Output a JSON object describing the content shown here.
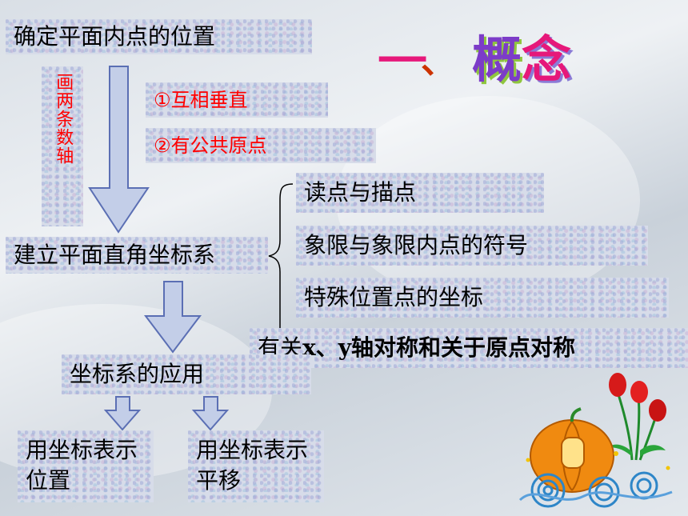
{
  "title": {
    "number": "一",
    "separator": "、",
    "char1": "概",
    "char2": "念"
  },
  "nodes": {
    "position": "确定平面内点的位置",
    "draw_axes": "画两条数轴",
    "cond1": "①互相垂直",
    "cond2": "②有公共原点",
    "build_system": "建立平面直角坐标系",
    "read_plot": "读点与描点",
    "quadrant": "象限与象限内点的符号",
    "special": "特殊位置点的坐标",
    "symmetry_part1": "有关",
    "symmetry_part2": "x、y轴对称和关于原点对称",
    "application": "坐标系的应用",
    "app_position": "用坐标表示位置",
    "app_translate": "用坐标表示平移"
  },
  "colors": {
    "box": "#d7dce9",
    "arrow_fill": "#c3cee8",
    "arrow_stroke": "#5b6fb4",
    "red_text": "#ff0000"
  }
}
